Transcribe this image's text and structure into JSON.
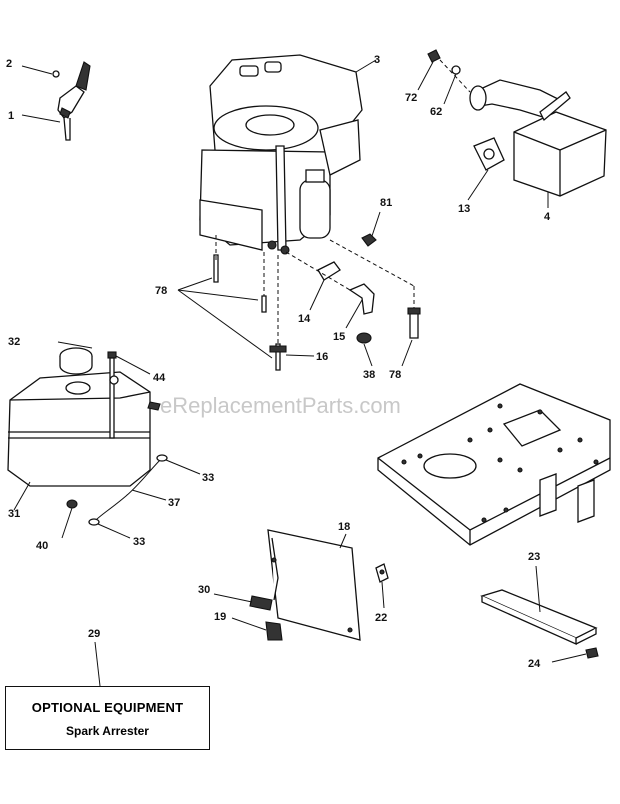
{
  "watermark": "eReplacementParts.com",
  "callouts": {
    "c1": "1",
    "c2": "2",
    "c3": "3",
    "c4": "4",
    "c13": "13",
    "c14": "14",
    "c15": "15",
    "c16": "16",
    "c18": "18",
    "c19": "19",
    "c22": "22",
    "c23": "23",
    "c24": "24",
    "c29": "29",
    "c30": "30",
    "c31": "31",
    "c32": "32",
    "c33a": "33",
    "c33b": "33",
    "c37": "37",
    "c38": "38",
    "c40": "40",
    "c44": "44",
    "c62": "62",
    "c72": "72",
    "c78a": "78",
    "c78b": "78",
    "c81": "81"
  },
  "optional_box": {
    "title": "OPTIONAL EQUIPMENT",
    "item": "Spark Arrester"
  }
}
